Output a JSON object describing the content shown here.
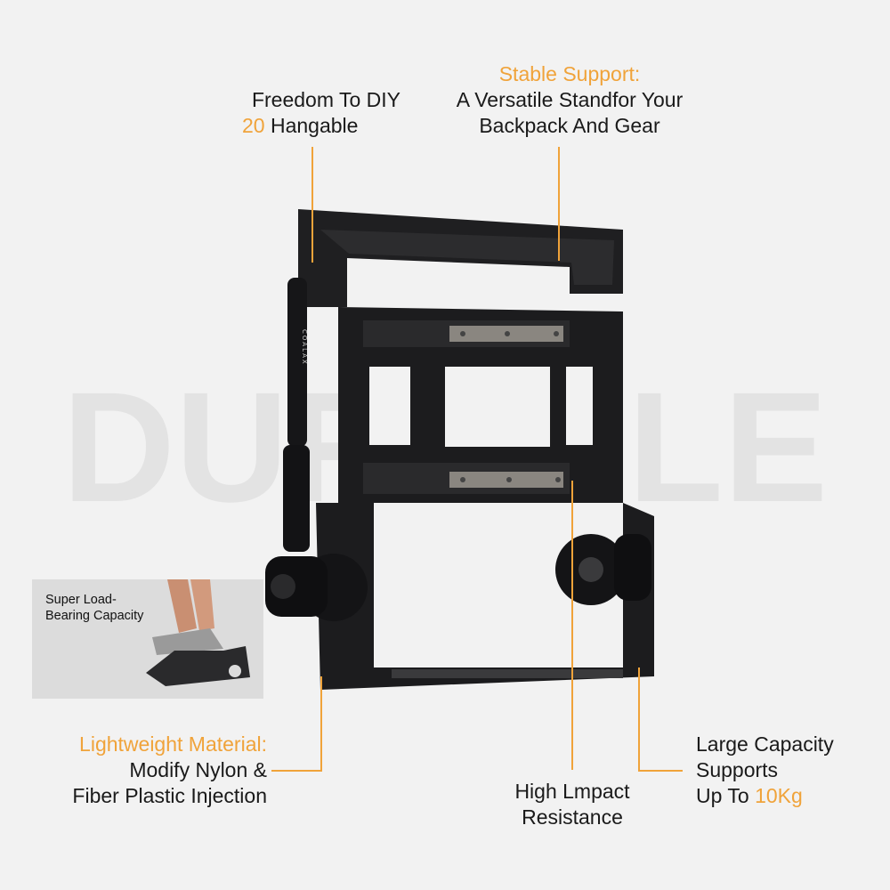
{
  "watermark": "DURABLE",
  "brand": "COALAX",
  "callouts": {
    "diy": {
      "line1": "Freedom To DIY",
      "number": "20",
      "line2_rest": " Hangable"
    },
    "stable": {
      "title": "Stable Support:",
      "line1": "A Versatile Standfor Your",
      "line2": "Backpack And Gear"
    },
    "lightweight": {
      "title": "Lightweight Material:",
      "line1": "Modify Nylon &",
      "line2": "Fiber Plastic Injection"
    },
    "impact": {
      "line1": "High Lmpact",
      "line2": "Resistance"
    },
    "capacity": {
      "line1": "Large Capacity",
      "line2": "Supports",
      "line3_pre": "Up To ",
      "line3_value": "10Kg"
    }
  },
  "inset": {
    "caption_line1": "Super Load-",
    "caption_line2": "Bearing Capacity"
  },
  "colors": {
    "accent": "#f0a33a",
    "background": "#f2f2f2",
    "product": "#1c1c1e"
  }
}
